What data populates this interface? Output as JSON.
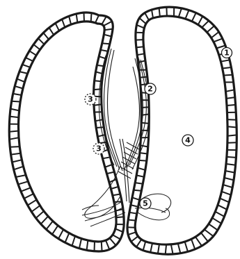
{
  "diagram": {
    "markers": {
      "m1": "1",
      "m2": "2",
      "m3a": "3",
      "m3b": "3",
      "m4": "4",
      "m5": "5"
    }
  }
}
